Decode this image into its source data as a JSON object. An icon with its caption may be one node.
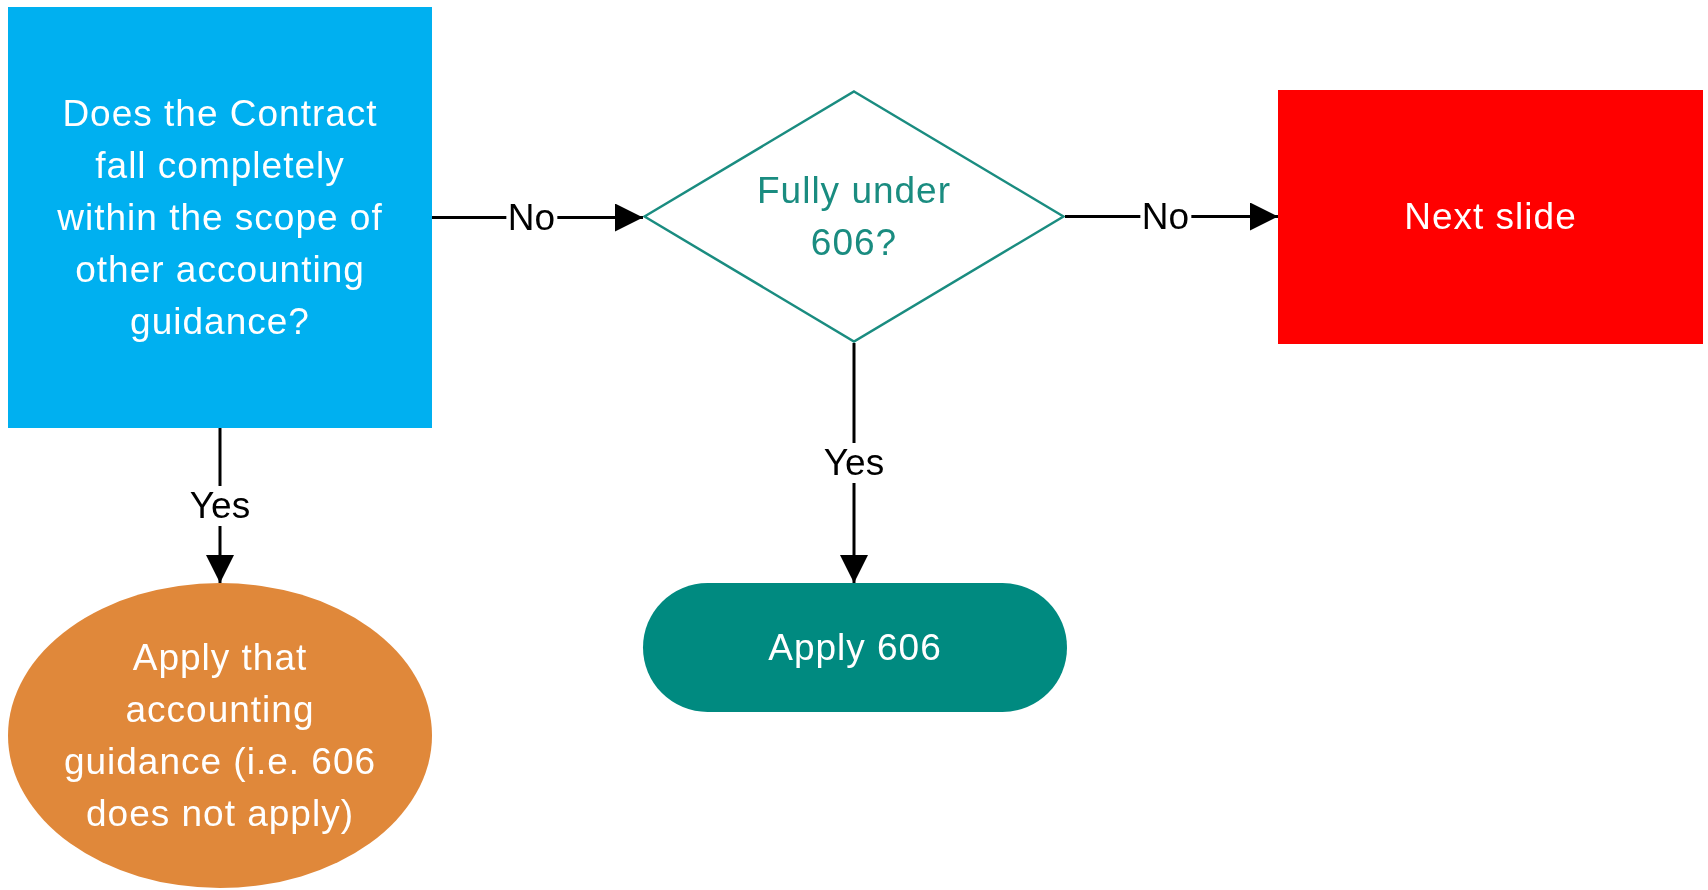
{
  "diagram": {
    "nodes": [
      {
        "text": [
          "Does the Contract fall completely within the scope of other accounting guidance?"
        ]
      },
      {
        "text": [
          "Fully under 606?"
        ]
      },
      {
        "text": [
          "Next slide"
        ]
      },
      {
        "text": [
          "Apply that accounting guidance (i.e. 606 does not apply)"
        ]
      },
      {
        "text": [
          "Apply 606"
        ]
      }
    ],
    "edges": [
      {
        "from": 0,
        "to": 1,
        "arrow": "to",
        "label": "No"
      },
      {
        "from": 1,
        "to": 2,
        "arrow": "to",
        "label": "No"
      },
      {
        "from": 0,
        "to": 3,
        "arrow": "to",
        "label": "Yes"
      },
      {
        "from": 1,
        "to": 4,
        "arrow": "to",
        "label": "Yes"
      }
    ]
  }
}
